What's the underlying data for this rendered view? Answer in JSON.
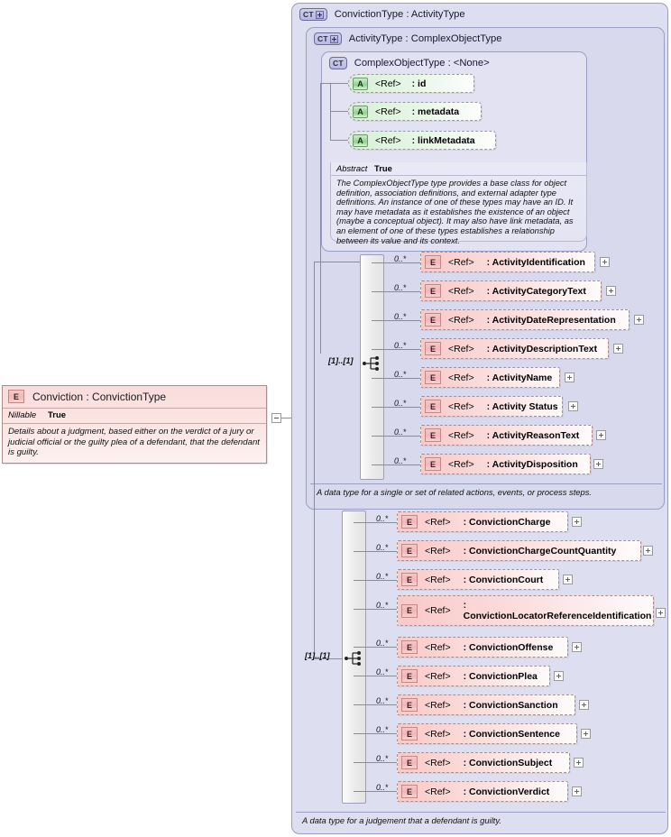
{
  "diagram": {
    "kind": "xsd-schema-diagram",
    "root_element": {
      "icon": "element-icon",
      "badge": "E",
      "title": "Conviction : ConvictionType",
      "properties": [
        {
          "key": "Nillable",
          "value": "True"
        }
      ],
      "documentation": "Details about a judgment, based either on the verdict of a jury or judicial official or the guilty plea of a defendant, that the defendant is guilty."
    },
    "collapse_toggle": {
      "icon": "minus-box-icon",
      "state": "expanded"
    },
    "panels": [
      {
        "id": "conviction-type",
        "badge": "CT",
        "badge_expand": "+",
        "title": "ConvictionType : ActivityType",
        "footer": "A data type for a judgement that a defendant is guilty."
      },
      {
        "id": "activity-type",
        "badge": "CT",
        "badge_expand": "+",
        "title": "ActivityType : ComplexObjectType",
        "footer": "A data type for a single or set of related actions, events, or process steps."
      },
      {
        "id": "complex-object-type",
        "badge": "CT",
        "badge_expand": "",
        "title": "ComplexObjectType : <None>",
        "footer": ""
      }
    ],
    "attributes": [
      {
        "badge": "A",
        "ref": "<Ref>",
        "name": ": id"
      },
      {
        "badge": "A",
        "ref": "<Ref>",
        "name": ": metadata"
      },
      {
        "badge": "A",
        "ref": "<Ref>",
        "name": ": linkMetadata"
      }
    ],
    "abstract_panel": {
      "key": "Abstract",
      "value": "True",
      "documentation": "The ComplexObjectType type provides a base class for object definition, association definitions, and external adapter type definitions. An instance of one of these types may have an ID. It may have metadata as it establishes the existence of an object (maybe a conceptual object). It may also have link metadata, as an element of one of these types establishes a relationship between its value and its context."
    },
    "sequences": [
      {
        "id": "activity-sequence",
        "label": "[1]..[1]",
        "icon": "sequence-compositor-icon"
      },
      {
        "id": "conviction-sequence",
        "label": "[1]..[1]",
        "icon": "sequence-compositor-icon"
      }
    ],
    "activity_elements": [
      {
        "occurs": "0..*",
        "badge": "E",
        "ref": "<Ref>",
        "name": ": ActivityIdentification",
        "expand": "+"
      },
      {
        "occurs": "0..*",
        "badge": "E",
        "ref": "<Ref>",
        "name": ": ActivityCategoryText",
        "expand": "+"
      },
      {
        "occurs": "0..*",
        "badge": "E",
        "ref": "<Ref>",
        "name": ": ActivityDateRepresentation",
        "expand": "+"
      },
      {
        "occurs": "0..*",
        "badge": "E",
        "ref": "<Ref>",
        "name": ": ActivityDescriptionText",
        "expand": "+"
      },
      {
        "occurs": "0..*",
        "badge": "E",
        "ref": "<Ref>",
        "name": ": ActivityName",
        "expand": "+"
      },
      {
        "occurs": "0..*",
        "badge": "E",
        "ref": "<Ref>",
        "name": ": Activity Status",
        "expand": "+"
      },
      {
        "occurs": "0..*",
        "badge": "E",
        "ref": "<Ref>",
        "name": ": ActivityReasonText",
        "expand": "+"
      },
      {
        "occurs": "0..*",
        "badge": "E",
        "ref": "<Ref>",
        "name": ": ActivityDisposition",
        "expand": "+"
      }
    ],
    "conviction_elements": [
      {
        "occurs": "0..*",
        "badge": "E",
        "ref": "<Ref>",
        "name": ": ConvictionCharge",
        "expand": "+"
      },
      {
        "occurs": "0..*",
        "badge": "E",
        "ref": "<Ref>",
        "name": ": ConvictionChargeCountQuantity",
        "expand": "+"
      },
      {
        "occurs": "0..*",
        "badge": "E",
        "ref": "<Ref>",
        "name": ": ConvictionCourt",
        "expand": "+"
      },
      {
        "occurs": "0..*",
        "badge": "E",
        "ref": "<Ref>",
        "name": ": ConvictionLocatorReferenceIdentification",
        "expand": "+"
      },
      {
        "occurs": "0..*",
        "badge": "E",
        "ref": "<Ref>",
        "name": ": ConvictionOffense",
        "expand": "+"
      },
      {
        "occurs": "0..*",
        "badge": "E",
        "ref": "<Ref>",
        "name": ": ConvictionPlea",
        "expand": "+"
      },
      {
        "occurs": "0..*",
        "badge": "E",
        "ref": "<Ref>",
        "name": ": ConvictionSanction",
        "expand": "+"
      },
      {
        "occurs": "0..*",
        "badge": "E",
        "ref": "<Ref>",
        "name": ": ConvictionSentence",
        "expand": "+"
      },
      {
        "occurs": "0..*",
        "badge": "E",
        "ref": "<Ref>",
        "name": ": ConvictionSubject",
        "expand": "+"
      },
      {
        "occurs": "0..*",
        "badge": "E",
        "ref": "<Ref>",
        "name": ": ConvictionVerdict",
        "expand": "+"
      }
    ],
    "colors": {
      "element_fill": "#f9c9c7",
      "attribute_fill": "#d8f0d8",
      "panel_fill": "#dedef1",
      "panel_border": "#9a9ec4",
      "connector": "#888c9e"
    }
  }
}
